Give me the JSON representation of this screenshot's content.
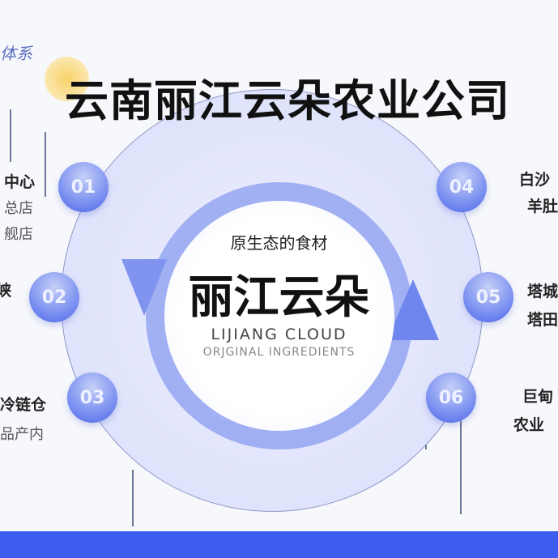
{
  "header": {
    "corner_text": "体系",
    "title": "云南丽江云朵农业公司"
  },
  "center": {
    "tagline": "原生态的食材",
    "brand": "丽江云朵",
    "english_1": "LIJIANG  CLOUD",
    "english_2": "ORJGINAL INGREDIENTS"
  },
  "items": [
    {
      "number": "01",
      "label": "中心",
      "desc_1": "总店",
      "desc_2": "舰店"
    },
    {
      "number": "02",
      "label": "峡"
    },
    {
      "number": "03",
      "label": "冷链仓",
      "desc_1": "品产内"
    },
    {
      "number": "04",
      "label": "白沙",
      "label_2": "羊肚"
    },
    {
      "number": "05",
      "label": "塔城",
      "label_2": "塔田"
    },
    {
      "number": "06",
      "label": "巨甸",
      "label_2": "农业"
    }
  ],
  "colors": {
    "accent": "#3d5cf0",
    "ring": "#8a9cf0"
  }
}
